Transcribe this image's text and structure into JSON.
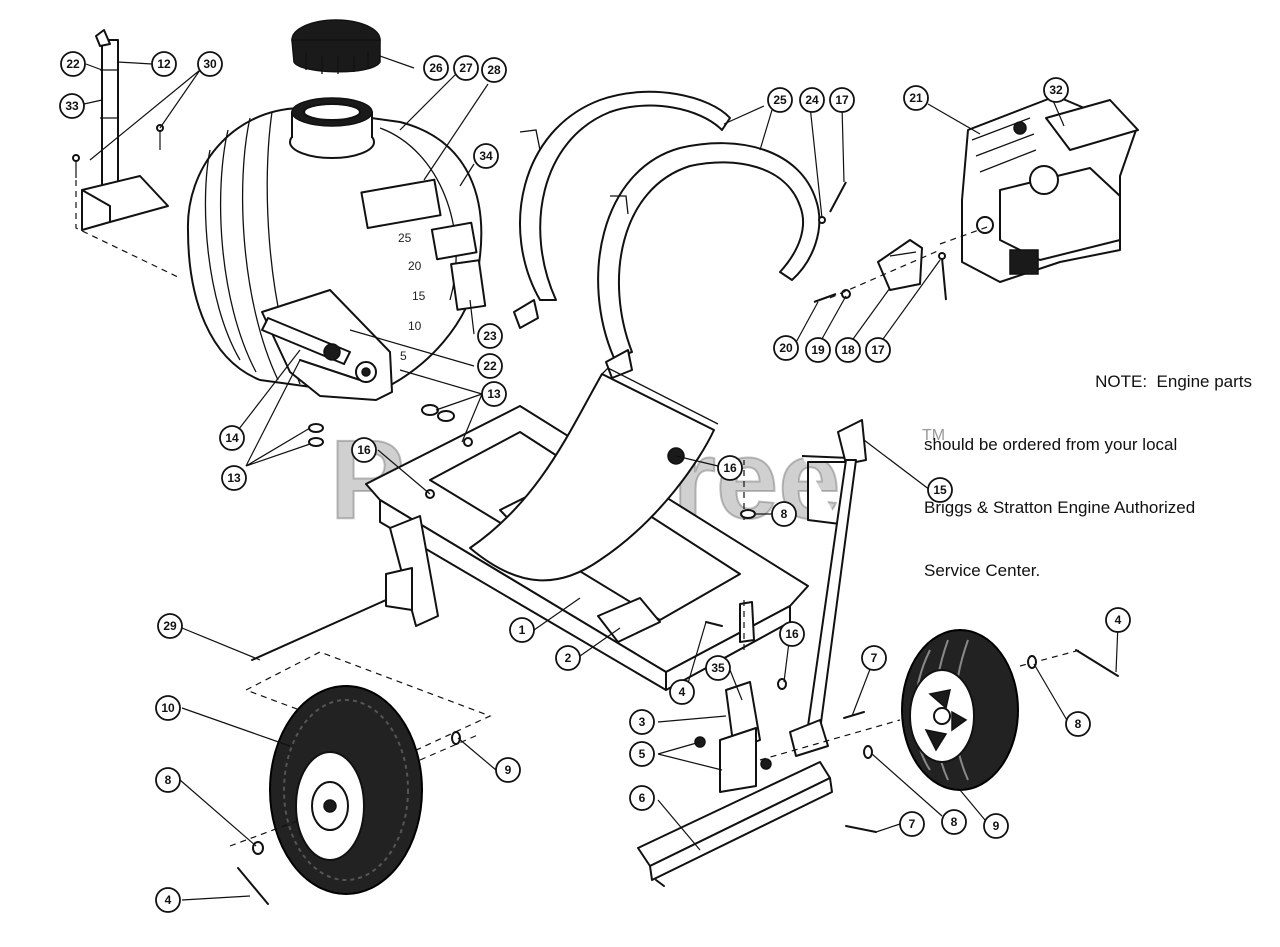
{
  "note": {
    "line1": "NOTE:  Engine parts",
    "line2": "should be ordered from your local",
    "line3": "Briggs & Stratton Engine Authorized",
    "line4": "Service Center."
  },
  "watermark": {
    "text": "PartsTree",
    "trademark": "TM"
  },
  "tank_markings": [
    "25",
    "20",
    "15",
    "10",
    "5"
  ],
  "callouts": [
    {
      "id": "c22a",
      "label": "22"
    },
    {
      "id": "c12",
      "label": "12"
    },
    {
      "id": "c30",
      "label": "30"
    },
    {
      "id": "c33",
      "label": "33"
    },
    {
      "id": "c26",
      "label": "26"
    },
    {
      "id": "c27",
      "label": "27"
    },
    {
      "id": "c28",
      "label": "28"
    },
    {
      "id": "c34",
      "label": "34"
    },
    {
      "id": "c25",
      "label": "25"
    },
    {
      "id": "c24",
      "label": "24"
    },
    {
      "id": "c17a",
      "label": "17"
    },
    {
      "id": "c21",
      "label": "21"
    },
    {
      "id": "c32",
      "label": "32"
    },
    {
      "id": "c23",
      "label": "23"
    },
    {
      "id": "c22b",
      "label": "22"
    },
    {
      "id": "c13a",
      "label": "13"
    },
    {
      "id": "c14",
      "label": "14"
    },
    {
      "id": "c13b",
      "label": "13"
    },
    {
      "id": "c20",
      "label": "20"
    },
    {
      "id": "c19",
      "label": "19"
    },
    {
      "id": "c18",
      "label": "18"
    },
    {
      "id": "c17b",
      "label": "17"
    },
    {
      "id": "c16a",
      "label": "16"
    },
    {
      "id": "c16b",
      "label": "16"
    },
    {
      "id": "c15",
      "label": "15"
    },
    {
      "id": "c8a",
      "label": "8"
    },
    {
      "id": "c29",
      "label": "29"
    },
    {
      "id": "c1",
      "label": "1"
    },
    {
      "id": "c2",
      "label": "2"
    },
    {
      "id": "c16c",
      "label": "16"
    },
    {
      "id": "c4a",
      "label": "4"
    },
    {
      "id": "c35",
      "label": "35"
    },
    {
      "id": "c7a",
      "label": "7"
    },
    {
      "id": "c4b",
      "label": "4"
    },
    {
      "id": "c8b",
      "label": "8"
    },
    {
      "id": "c10",
      "label": "10"
    },
    {
      "id": "c3",
      "label": "3"
    },
    {
      "id": "c5",
      "label": "5"
    },
    {
      "id": "c9a",
      "label": "9"
    },
    {
      "id": "c8c",
      "label": "8"
    },
    {
      "id": "c6",
      "label": "6"
    },
    {
      "id": "c7b",
      "label": "7"
    },
    {
      "id": "c8d",
      "label": "8"
    },
    {
      "id": "c9b",
      "label": "9"
    },
    {
      "id": "c4c",
      "label": "4"
    }
  ]
}
